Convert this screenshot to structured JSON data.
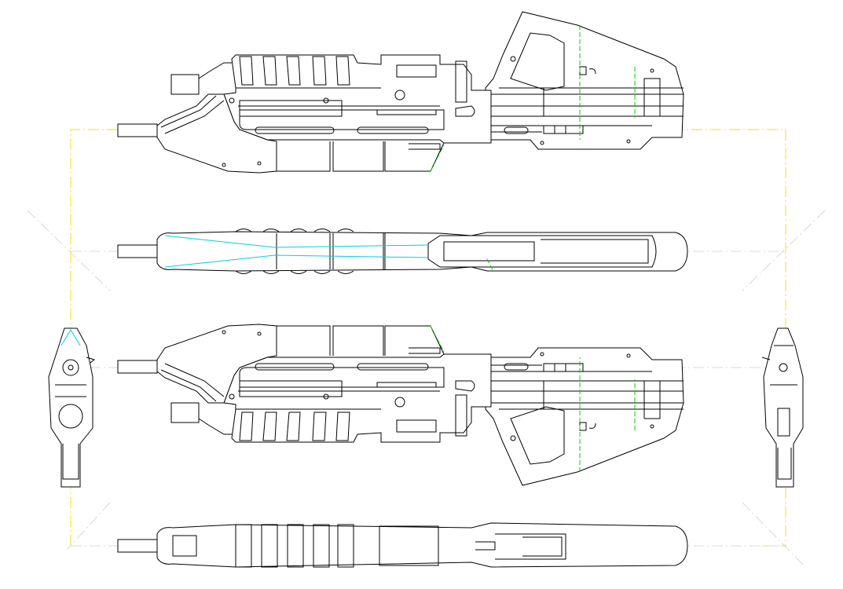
{
  "drawing": {
    "colors": {
      "outline": "#000000",
      "projection_lines": "#f0e000",
      "center_lines": "#d8d8d8",
      "green_hidden": "#00d000",
      "cyan_hidden": "#00d0e0",
      "background": "#ffffff"
    },
    "views": [
      "side-left",
      "top",
      "side-right",
      "bottom",
      "front",
      "rear"
    ]
  }
}
